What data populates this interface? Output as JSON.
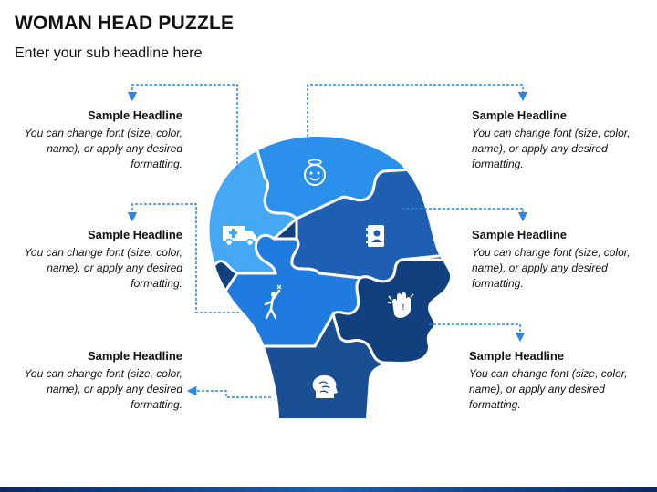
{
  "slide": {
    "title": "WOMAN HEAD PUZZLE",
    "subtitle": "Enter your sub headline here"
  },
  "blocks": [
    {
      "headline": "Sample Headline",
      "body": "You can change font (size, color, name), or apply any desired formatting."
    },
    {
      "headline": "Sample Headline",
      "body": "You can change font (size, color, name), or apply any desired formatting."
    },
    {
      "headline": "Sample Headline",
      "body": "You can change font (size, color, name), or apply any desired formatting."
    },
    {
      "headline": "Sample Headline",
      "body": "You can change font (size, color, name), or apply any desired formatting."
    },
    {
      "headline": "Sample Headline",
      "body": "You can change font (size, color, name), or apply any desired formatting."
    },
    {
      "headline": "Sample Headline",
      "body": "You can change font (size, color, name), or apply any desired formatting."
    }
  ],
  "icons": [
    "smiley-angel-icon",
    "ambulance-icon",
    "contact-book-icon",
    "climbing-person-icon",
    "hand-wave-icon",
    "brain-head-icon"
  ],
  "colors": {
    "piece_light": "#3aa0f0",
    "piece_medium": "#1f7be0",
    "piece_mid_dark": "#1f5fb4",
    "piece_dark": "#174a8c",
    "piece_darkest": "#0f3570",
    "connector": "#2a86e8"
  }
}
